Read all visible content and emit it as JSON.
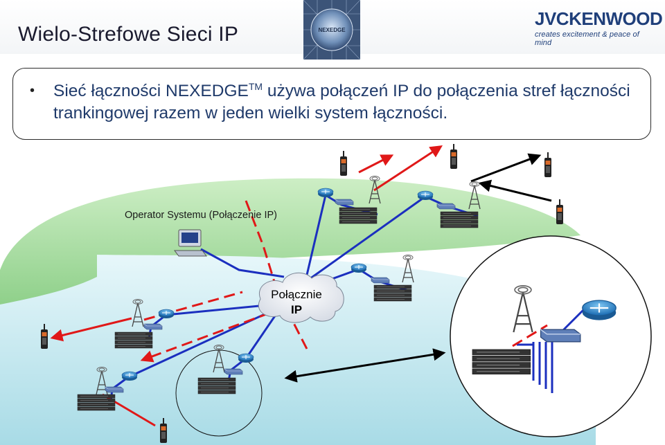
{
  "header": {
    "title": "Wielo-Strefowe Sieci IP",
    "center_logo_text": "NEXEDGE",
    "brand_name": "JVCKENWOOD",
    "brand_tagline": "creates excitement & peace of mind"
  },
  "bullet": {
    "text_before_sup": "Sieć łączności NEXEDGE",
    "sup": "TM",
    "text_after_sup": " używa połączeń IP do połączenia stref łączności trankingowej razem w jeden wielki system łączności."
  },
  "diagram": {
    "operator_label": "Operator Systemu (Połączenie IP)",
    "cloud_label_line1": "Połącznie",
    "cloud_label_line2": "IP"
  },
  "colors": {
    "link_blue": "#1b2fbf",
    "radio_link_red": "#e01818",
    "zone_green": "#a9dfa0",
    "zone_cyan": "#bfe6ee",
    "brand_navy": "#1f3f7a"
  }
}
